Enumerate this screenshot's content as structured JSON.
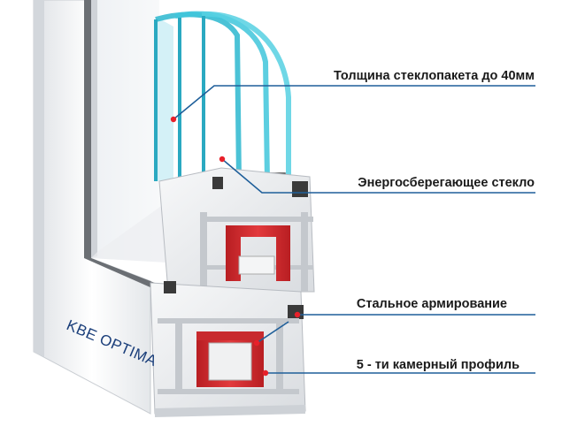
{
  "diagram": {
    "brand_text": "KBE OPTIMA",
    "callouts": [
      {
        "label": "Толщина стеклопакета до 40мм"
      },
      {
        "label": "Энергосберегающее стекло"
      },
      {
        "label": "Стальное армирование"
      },
      {
        "label": "5 - ти камерный профиль"
      }
    ],
    "colors": {
      "profile": "#f2f3f5",
      "glass": "#4fc8de",
      "reinforcement": "#d6262b",
      "seal": "#3a3a3a",
      "leader": "#1f5f9a",
      "dot": "#e8202a"
    }
  }
}
